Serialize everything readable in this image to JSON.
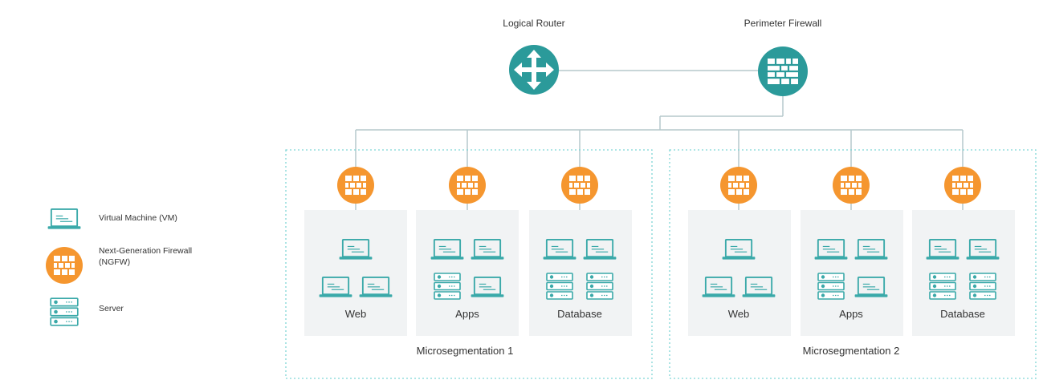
{
  "top": {
    "router_label": "Logical Router",
    "firewall_label": "Perimeter Firewall"
  },
  "segments": [
    {
      "label": "Microsegmentation 1",
      "columns": [
        {
          "label": "Web",
          "rows": [
            [
              "vm"
            ],
            [
              "vm",
              "vm"
            ]
          ]
        },
        {
          "label": "Apps",
          "rows": [
            [
              "vm",
              "vm"
            ],
            [
              "server",
              "vm"
            ]
          ]
        },
        {
          "label": "Database",
          "rows": [
            [
              "vm",
              "vm"
            ],
            [
              "server",
              "server"
            ]
          ]
        }
      ]
    },
    {
      "label": "Microsegmentation 2",
      "columns": [
        {
          "label": "Web",
          "rows": [
            [
              "vm"
            ],
            [
              "vm",
              "vm"
            ]
          ]
        },
        {
          "label": "Apps",
          "rows": [
            [
              "vm",
              "vm"
            ],
            [
              "server",
              "vm"
            ]
          ]
        },
        {
          "label": "Database",
          "rows": [
            [
              "vm",
              "vm"
            ],
            [
              "server",
              "server"
            ]
          ]
        }
      ]
    }
  ],
  "legend": {
    "vm": "Virtual Machine (VM)",
    "ngfw_line1": "Next-Generation Firewall",
    "ngfw_line2": "(NGFW)",
    "server": "Server"
  },
  "colors": {
    "teal": "#2b9a9a",
    "orange": "#f5962f",
    "icon_teal": "#3aa9a9",
    "panel": "#f1f3f4",
    "line": "#b6c8cc",
    "dotted": "#7fd6d6"
  }
}
